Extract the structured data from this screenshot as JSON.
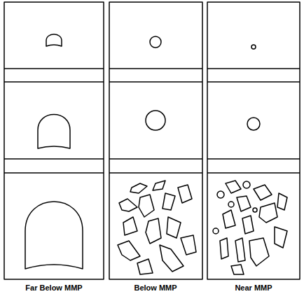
{
  "diagram": {
    "labels": [
      "Far Below MMP",
      "Below MMP",
      "Near MMP"
    ]
  }
}
